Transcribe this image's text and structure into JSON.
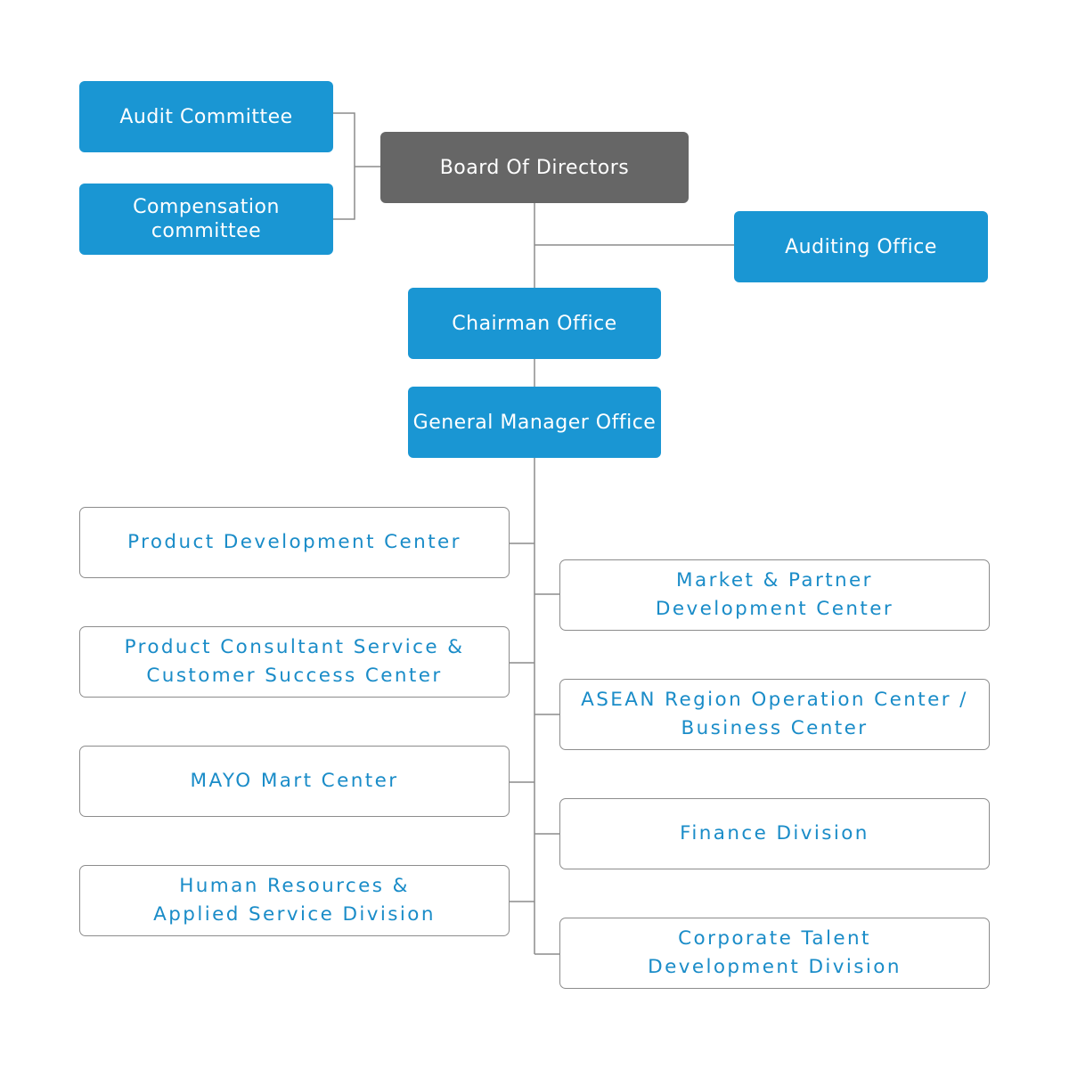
{
  "colors": {
    "accent": "#1a96d3",
    "board": "#666666",
    "connector": "#8c8c8c",
    "outline_text": "#1a8cc8"
  },
  "board": {
    "label": "Board Of Directors"
  },
  "committees": {
    "audit": {
      "label": "Audit Committee"
    },
    "compensation": {
      "label": "Compensation\ncommittee"
    }
  },
  "auditing_office": {
    "label": "Auditing Office"
  },
  "chairman_office": {
    "label": "Chairman Office"
  },
  "general_manager_office": {
    "label": "General Manager Office"
  },
  "departments_left": [
    {
      "label": "Product Development Center"
    },
    {
      "label": "Product Consultant Service &\nCustomer Success Center"
    },
    {
      "label": "MAYO Mart Center"
    },
    {
      "label": "Human Resources &\nApplied Service Division"
    }
  ],
  "departments_right": [
    {
      "label": "Market & Partner\nDevelopment Center"
    },
    {
      "label": "ASEAN Region Operation Center /\nBusiness Center"
    },
    {
      "label": "Finance Division"
    },
    {
      "label": "Corporate Talent\nDevelopment Division"
    }
  ]
}
